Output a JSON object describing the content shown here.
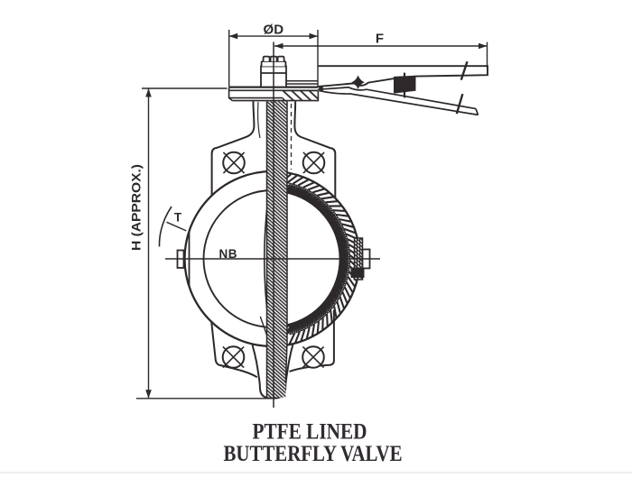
{
  "page": {
    "background_color": "#ffffff",
    "divider_color": "#e9e9ea"
  },
  "drawing": {
    "ink_color": "#2d292b",
    "type": "technical-section-drawing",
    "dimensions": {
      "top_diameter": "ØD",
      "handle_length": "F",
      "overall_height": "H (APPROX.)",
      "body_thickness": "T",
      "nominal_bore": "NB"
    },
    "caption": {
      "line1": "PTFE LINED",
      "line2": "BUTTERFLY VALVE",
      "color": "#302b30"
    }
  }
}
